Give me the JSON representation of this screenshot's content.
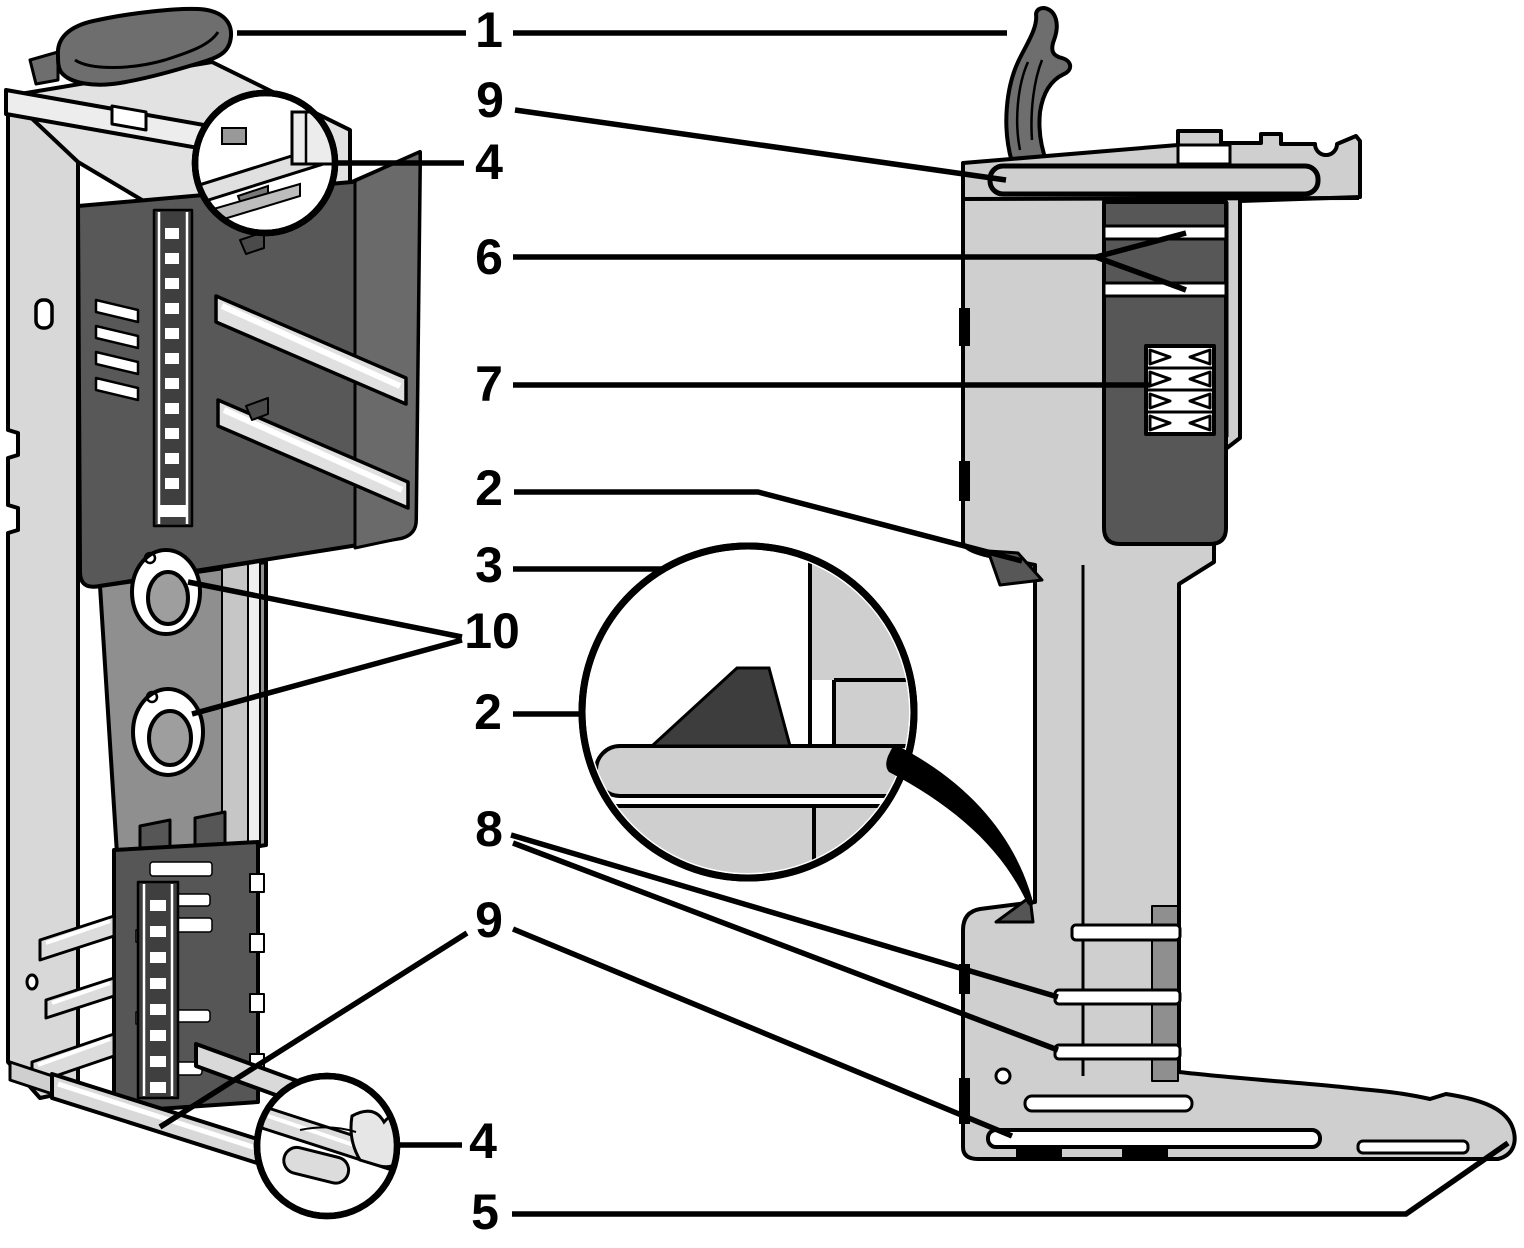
{
  "figure": {
    "type": "technical-line-diagram",
    "description": "Two views of a module retention bracket with numbered callouts and magnifier detail circles",
    "colors": {
      "outline": "#000000",
      "light_fill": "#d6d6d6",
      "mid_fill": "#8f8f8f",
      "dark_fill": "#575757",
      "darker_fill": "#3d3d3d",
      "handle_fill": "#6e6e6e",
      "background": "#ffffff"
    }
  },
  "callouts": {
    "c1": {
      "label": "1"
    },
    "c9top": {
      "label": "9"
    },
    "c4top": {
      "label": "4"
    },
    "c6": {
      "label": "6"
    },
    "c7": {
      "label": "7"
    },
    "c2top": {
      "label": "2"
    },
    "c3": {
      "label": "3"
    },
    "c10": {
      "label": "10"
    },
    "c2mid": {
      "label": "2"
    },
    "c8": {
      "label": "8"
    },
    "c9bottom": {
      "label": "9"
    },
    "c4bottom": {
      "label": "4"
    },
    "c5": {
      "label": "5"
    }
  }
}
